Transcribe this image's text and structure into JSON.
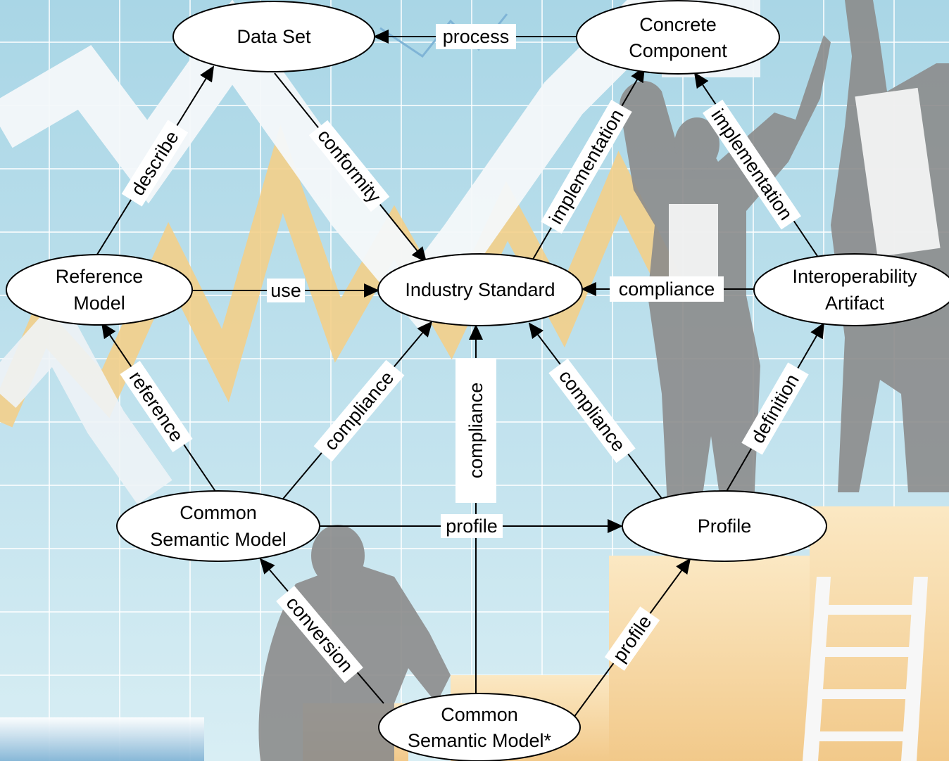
{
  "nodes": {
    "data_set": {
      "lines": [
        "Data Set"
      ]
    },
    "concrete_component": {
      "lines": [
        "Concrete",
        "Component"
      ]
    },
    "reference_model": {
      "lines": [
        "Reference",
        "Model"
      ]
    },
    "industry_standard": {
      "lines": [
        "Industry Standard"
      ]
    },
    "interoperability_artifact": {
      "lines": [
        "Interoperability",
        "Artifact"
      ]
    },
    "common_semantic_model": {
      "lines": [
        "Common",
        "Semantic Model"
      ]
    },
    "profile": {
      "lines": [
        "Profile"
      ]
    },
    "common_semantic_model_star": {
      "lines": [
        "Common",
        "Semantic Model*"
      ]
    }
  },
  "edges": {
    "process": "process",
    "describe": "describe",
    "conformity": "conformity",
    "implementation_1": "implementation",
    "implementation_2": "implementation",
    "use": "use",
    "compliance_1": "compliance",
    "reference": "reference",
    "compliance_2": "compliance",
    "compliance_3": "compliance",
    "compliance_4": "compliance",
    "definition": "definition",
    "profile_1": "profile",
    "conversion": "conversion",
    "profile_2": "profile"
  },
  "colors": {
    "sky": "#b3dcea",
    "grid": "#ffffff",
    "silhouette": "#8a8a8a",
    "box": "#f6d9a4",
    "node_fill": "#ffffff",
    "stroke": "#000000"
  }
}
